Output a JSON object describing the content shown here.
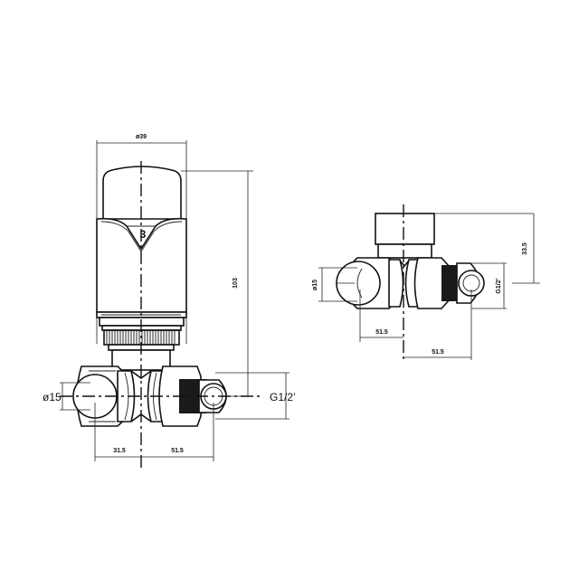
{
  "drawing": {
    "subject": "Thermostatic radiator valve technical drawing",
    "views": [
      {
        "name": "front-view",
        "knob_number": "3",
        "dimensions": {
          "head_diameter": "ø39",
          "overall_height": "103",
          "pipe_diameter": "ø15",
          "thread": "G1/2\"",
          "left_offset": "31.5",
          "right_offset": "51.5"
        }
      },
      {
        "name": "top-view",
        "dimensions": {
          "height_to_center": "33.5",
          "pipe_diameter": "ø15",
          "thread": "G1/2\"",
          "left_offset": "51.5",
          "right_offset": "51.5"
        }
      }
    ]
  },
  "labels": {
    "front_head_dia": "ø39",
    "front_height": "103",
    "front_knob": "3",
    "front_pipe": "ø15",
    "front_thread": "G1/2’",
    "front_dim_left": "31.5",
    "front_dim_right": "51.5",
    "top_height": "33.5",
    "top_pipe": "ø15",
    "top_thread": "G1/2’",
    "top_dim_left": "51.5",
    "top_dim_right": "51.5"
  },
  "colors": {
    "line": "#111111",
    "background": "#ffffff"
  }
}
